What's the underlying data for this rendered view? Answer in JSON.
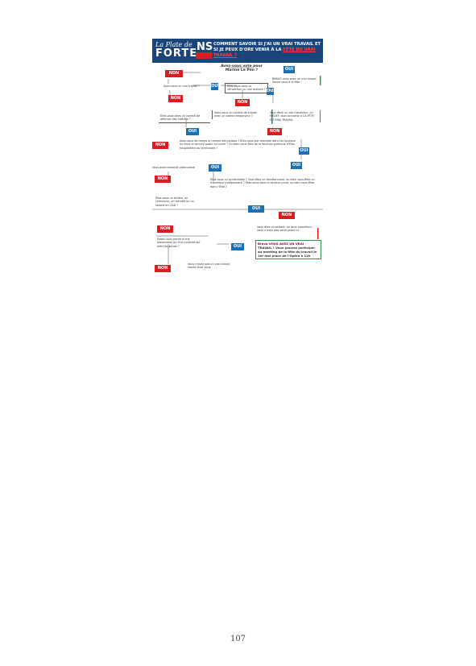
{
  "header": {
    "brand_line1": "La Plate de",
    "brand_line2": "FORTE",
    "ns": "NS",
    "title": "COMMENT SAVOIR SI J'AI UN VRAI TRAVAIL ET SI JE PEUX D'ORE VENIR À LA",
    "title_highlight": "FÊTE DU VRAI TRAVAIL ?"
  },
  "flow": {
    "q1": "Avez-vous vote pour Marine Le Pen ?",
    "oui1": "OUI",
    "non1": "NON",
    "r1": "BRAVO vous avez un vrai travail. Venez vous à la fête !",
    "q2": "Avez-vous un vrai travail ?",
    "oui2": "OUI",
    "q3": "Êtes-vous dans la réinsertion ou une activité ?",
    "non2": "NON",
    "q4": "Êtes-vous dans un comité de défense des intérêts ?",
    "non3": "NON",
    "q5": "Avez-vous un contrat de travail avec un patron employeur ?",
    "q6": "Vous êtes un vrai travailleur. Le MEDEF vous accueille à LA FÊTE DU VRAI TRAVAIL.",
    "oui3": "OUI",
    "non4": "NON",
    "non5": "NON",
    "q7": "Avez-vous de temps en temps des pauses ? Etes-vous par exemple dans les bureaux ou dans le service public ou privé ? Ou bien vous êtes de la fonction publique d'État, hospitalière ou territoriale ?",
    "oui4": "OUI",
    "q8": "Vous avez retrouvé votre poste",
    "oui5": "OUI",
    "oui6": "OUI",
    "q9": "Êtes-vous un syndicaliste ? Vous êtes un fonctionnaire, ou bien vous êtes un travailleur indépendant ? Êtes-vous dans le secteur privé, ou bien vous êtes dans l'État ?",
    "non6": "NON",
    "q10": "Êtes-vous un artiste, un chercheur, un retraité ou un salarié en CDD ?",
    "oui7": "OUI",
    "non7": "NON",
    "r2": "Vous êtes un assisté, un faux travailleur, vous n'avez pas votre place ici.",
    "non8": "NON",
    "q11": "Faites-vous partie d'une association ou d'un collectif qui aide les autres ?",
    "oui8": "OUI",
    "r3": "Bravo VOUS AVEZ UN VRAI TRAVAIL ! Vous pouvez participer au meeting de la fête du travail le 1er mai place de l'Opéra à 12h",
    "non9": "NON",
    "r4": "Vous n'avez pas un vrai travail, restez chez vous."
  },
  "page_number": "107"
}
